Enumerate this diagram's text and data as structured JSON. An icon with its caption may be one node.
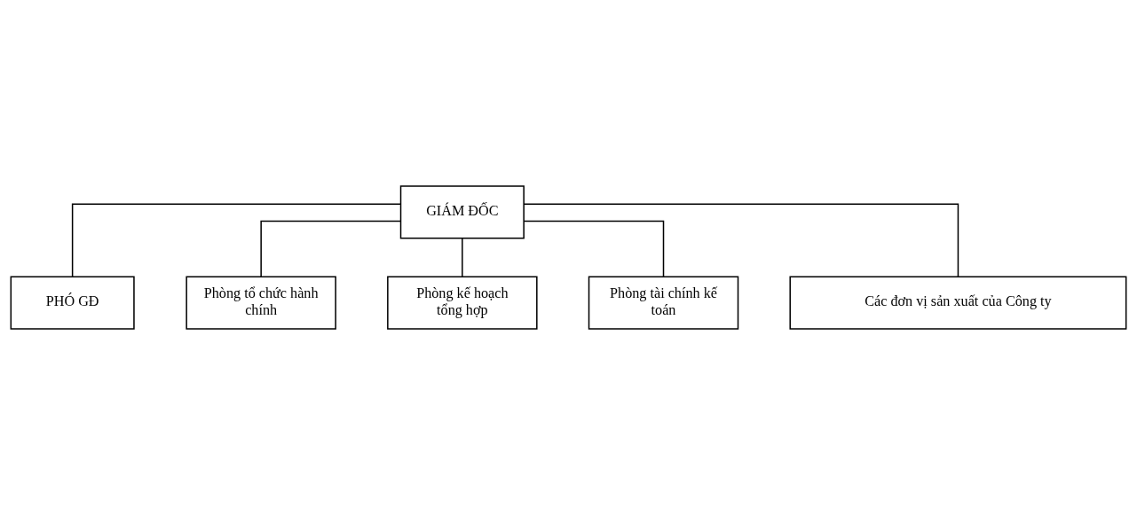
{
  "diagram": {
    "nodes": [
      {
        "text": [
          "GIÁM ĐỐC"
        ]
      },
      {
        "text": [
          "PHÓ GĐ"
        ]
      },
      {
        "text": [
          "Phòng tổ chức hành chính"
        ]
      },
      {
        "text": [
          "Phòng kế hoạch tổng hợp"
        ]
      },
      {
        "text": [
          "Phòng tài chính kế toán"
        ]
      },
      {
        "text": [
          "Các đơn vị sản xuất của Công ty"
        ]
      }
    ],
    "edges": [
      {
        "from": 0,
        "to": 1,
        "arrow": "none"
      },
      {
        "from": 0,
        "to": 2,
        "arrow": "none"
      },
      {
        "from": 0,
        "to": 3,
        "arrow": "none"
      },
      {
        "from": 0,
        "to": 4,
        "arrow": "none"
      },
      {
        "from": 0,
        "to": 5,
        "arrow": "none"
      }
    ]
  }
}
